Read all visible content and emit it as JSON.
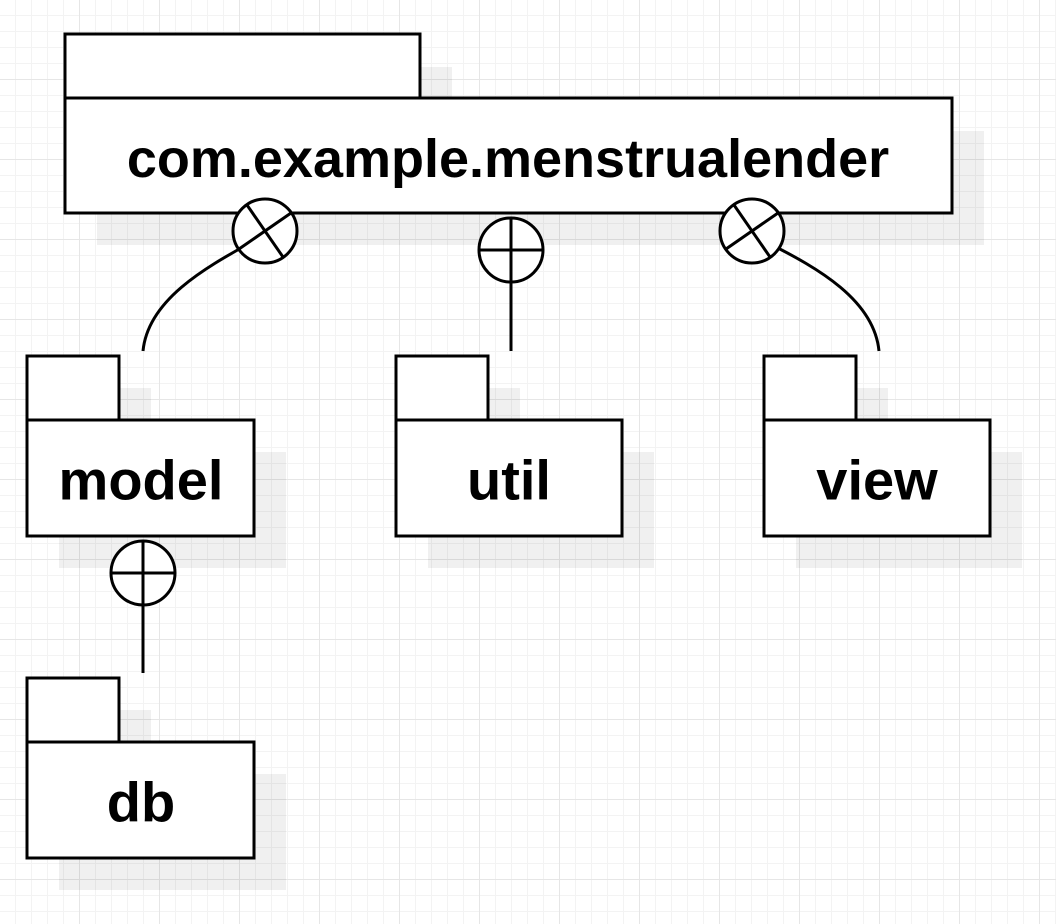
{
  "diagram": {
    "packages": [
      {
        "id": "root",
        "label": "com.example.menstrualender"
      },
      {
        "id": "model",
        "label": "model"
      },
      {
        "id": "util",
        "label": "util"
      },
      {
        "id": "view",
        "label": "view"
      },
      {
        "id": "db",
        "label": "db"
      }
    ],
    "connections": [
      {
        "from": "root",
        "to": "model",
        "marker": "nesting-x-icon"
      },
      {
        "from": "root",
        "to": "util",
        "marker": "nesting-plus-icon"
      },
      {
        "from": "root",
        "to": "view",
        "marker": "nesting-x-icon"
      },
      {
        "from": "model",
        "to": "db",
        "marker": "nesting-plus-icon"
      }
    ],
    "colors": {
      "stroke": "#000000",
      "fill": "#ffffff",
      "grid": "#e6e6e6"
    }
  }
}
